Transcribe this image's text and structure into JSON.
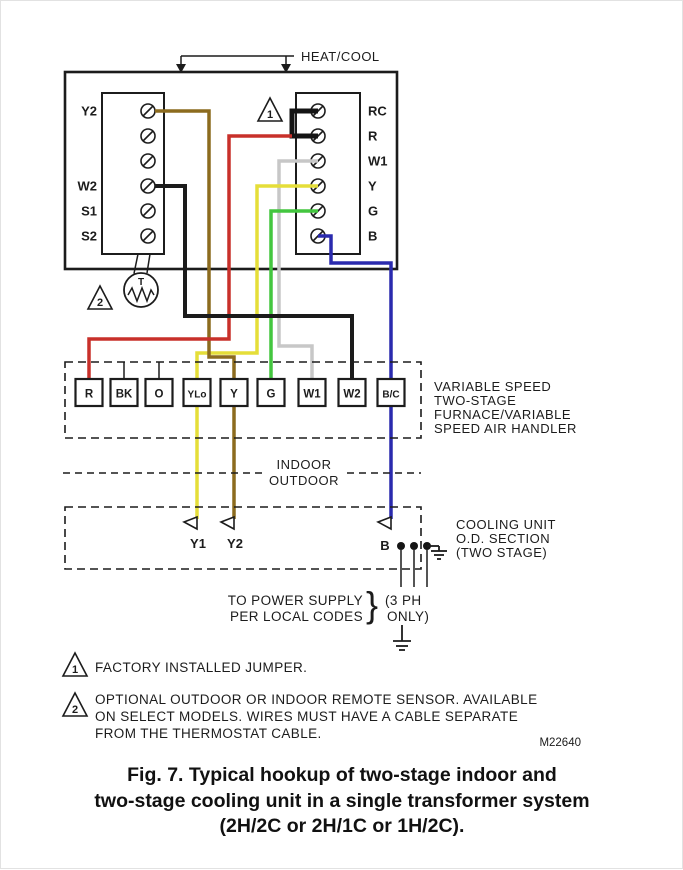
{
  "header": {
    "heat_cool_label": "HEAT/COOL"
  },
  "thermostat": {
    "left_terminals": [
      "Y2",
      "",
      "",
      "W2",
      "S1",
      "S2"
    ],
    "right_terminals": [
      "RC",
      "R",
      "W1",
      "Y",
      "G",
      "B"
    ],
    "jumper_callout": "1",
    "sensor_callout": "2",
    "sensor_letter": "T"
  },
  "furnace": {
    "terminals": [
      "R",
      "BK",
      "O",
      "YLo",
      "Y",
      "G",
      "W1",
      "W2",
      "B/C"
    ],
    "label_lines": [
      "VARIABLE SPEED",
      "TWO-STAGE",
      "FURNACE/VARIABLE",
      "SPEED AIR HANDLER"
    ]
  },
  "divider": {
    "indoor_label": "INDOOR",
    "outdoor_label": "OUTDOOR"
  },
  "cooling_unit": {
    "terminals": [
      "Y1",
      "Y2",
      "B"
    ],
    "label_lines": [
      "COOLING UNIT",
      "O.D. SECTION",
      "(TWO STAGE)"
    ]
  },
  "power": {
    "supply_lines": [
      "TO POWER SUPPLY",
      "PER LOCAL CODES"
    ],
    "brace": "}",
    "phase_note_lines": [
      "(3 PH",
      "ONLY)"
    ]
  },
  "notes": [
    {
      "callout": "1",
      "lines": [
        "FACTORY INSTALLED JUMPER."
      ]
    },
    {
      "callout": "2",
      "lines": [
        "OPTIONAL OUTDOOR OR INDOOR REMOTE SENSOR.  AVAILABLE",
        "ON SELECT MODELS.  WIRES MUST HAVE A CABLE SEPARATE",
        "FROM THE THERMOSTAT CABLE."
      ]
    }
  ],
  "doc_number": "M22640",
  "caption_lines": [
    "Fig. 7. Typical hookup of two-stage indoor and",
    "two-stage cooling unit in a single transformer system",
    "(2H/2C or 2H/1C or 1H/2C)."
  ],
  "wire_colors": {
    "red": "#c8302a",
    "black": "#1b1b1b",
    "brown": "#8c6b1e",
    "yellow": "#e5de39",
    "white": "#c7c7c7",
    "green": "#43c63f",
    "blue": "#2a2aae"
  },
  "wires": [
    {
      "from": "thermostat RC",
      "to": "thermostat R",
      "color": "black",
      "note": "factory installed jumper"
    },
    {
      "from": "thermostat R",
      "to": "furnace R",
      "color": "red"
    },
    {
      "from": "thermostat Y2",
      "to": "furnace Y",
      "color": "brown"
    },
    {
      "from": "thermostat W2",
      "to": "furnace W2",
      "color": "black"
    },
    {
      "from": "thermostat Y",
      "to": "furnace YLo",
      "color": "yellow"
    },
    {
      "from": "thermostat W1",
      "to": "furnace W1",
      "color": "white"
    },
    {
      "from": "thermostat G",
      "to": "furnace G",
      "color": "green"
    },
    {
      "from": "thermostat B",
      "to": "furnace B/C",
      "color": "blue"
    },
    {
      "from": "furnace YLo",
      "to": "cooling Y1",
      "color": "yellow"
    },
    {
      "from": "furnace Y",
      "to": "cooling Y2",
      "color": "brown"
    },
    {
      "from": "furnace B/C",
      "to": "cooling B",
      "color": "blue"
    }
  ]
}
